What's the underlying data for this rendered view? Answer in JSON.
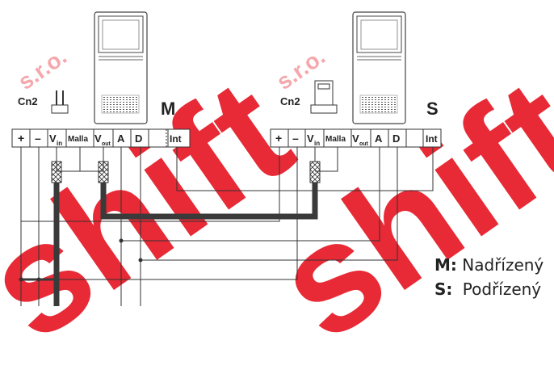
{
  "watermark": {
    "text_big": "shift",
    "text_small": "s.r.o.",
    "color": "#e30613"
  },
  "units": [
    {
      "id": "master",
      "role_letter": "M",
      "connector_label": "Cn2"
    },
    {
      "id": "slave",
      "role_letter": "S",
      "connector_label": "Cn2"
    }
  ],
  "terminals": {
    "plus": "+",
    "minus": "–",
    "vin_main": "V",
    "vin_sub": "in",
    "malla": "Malla",
    "vout_main": "V",
    "vout_sub": "out",
    "a": "A",
    "d": "D",
    "int": "Int"
  },
  "legend": [
    {
      "key": "M:",
      "text": "Nadřízený"
    },
    {
      "key": "S:",
      "text": "Podřízený"
    }
  ],
  "colors": {
    "wire": "#333333",
    "coax": "#3a3a3a",
    "accent": "#e30613"
  }
}
